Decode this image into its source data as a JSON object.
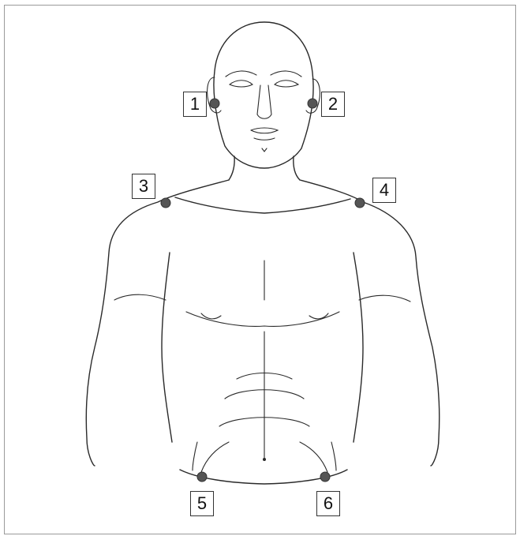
{
  "markers": [
    {
      "id": "1",
      "label": "1"
    },
    {
      "id": "2",
      "label": "2"
    },
    {
      "id": "3",
      "label": "3"
    },
    {
      "id": "4",
      "label": "4"
    },
    {
      "id": "5",
      "label": "5"
    },
    {
      "id": "6",
      "label": "6"
    }
  ],
  "colors": {
    "marker": "#555555",
    "outline": "#2a2a2a",
    "border": "#9a9a9a"
  }
}
